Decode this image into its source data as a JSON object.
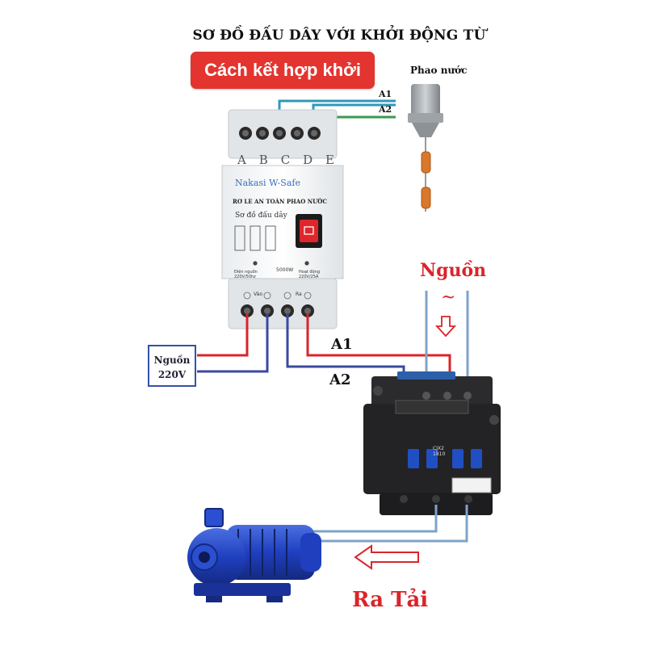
{
  "title": "SƠ ĐỒ ĐẤU DÂY VỚI KHỞI ĐỘNG TỪ",
  "banner": "Cách kết hợp khởi",
  "float_switch_label": "Phao nước",
  "float_wire_a1": "A1",
  "float_wire_a2": "A2",
  "coil_a1": "A1",
  "coil_a2": "A2",
  "power_label": "Nguồn",
  "ac_symbol": "~",
  "source_box": {
    "line1": "Nguồn",
    "line2": "220V"
  },
  "output_label": "Ra Tải",
  "relay": {
    "terminals": [
      "A",
      "B",
      "C",
      "D",
      "E"
    ],
    "brand": "Nakasi W-Safe",
    "name": "RƠ LE AN TOÀN PHAO NƯỚC",
    "diagram_label": "Sơ đồ đấu dây",
    "power_spec": "5000W",
    "spec_left": "Điện nguồn 220V/50hz",
    "spec_right": "Hoạt động 220V/25A",
    "bottom_in": "Vào",
    "bottom_out": "Ra"
  },
  "contactor": {
    "model_line1": "CJX2",
    "model_line2": "1810"
  },
  "colors": {
    "red_wire": "#d9252a",
    "blue_wire": "#3a4aa0",
    "teal_wire": "#2f98b8",
    "green_wire": "#3a9a52",
    "accent_red": "#e3342f"
  }
}
